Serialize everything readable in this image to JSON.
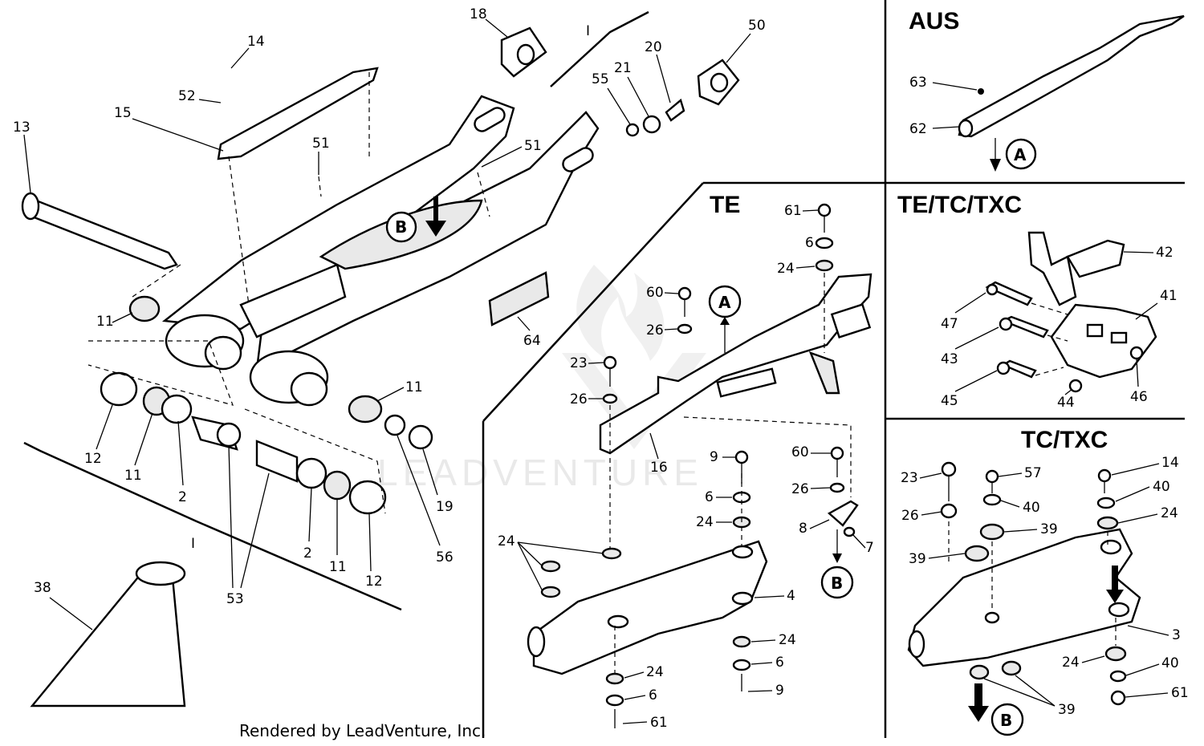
{
  "sections": {
    "aus": "AUS",
    "te": "TE",
    "te_tc_txc": "TE/TC/TXC",
    "tc_txc": "TC/TXC"
  },
  "footer": "Rendered by LeadVenture, Inc.",
  "watermark": "LEADVENTURE",
  "labels": {
    "swingarm": {
      "p18": "18",
      "p50": "50",
      "p14": "14",
      "p52": "52",
      "p15": "15",
      "p13": "13",
      "p51a": "51",
      "p51b": "51",
      "p20": "20",
      "p21": "21",
      "p55": "55",
      "pI_top": "I",
      "pB": "B",
      "p64": "64",
      "p11a": "11",
      "p11b": "11",
      "p11c": "11",
      "p11d": "11",
      "p12a": "12",
      "p12b": "12",
      "p2a": "2",
      "p2b": "2",
      "p19": "19",
      "p56": "56",
      "p53": "53",
      "pI_bot": "I",
      "p38": "38"
    },
    "aus": {
      "p63": "63",
      "p62": "62",
      "pA": "A"
    },
    "te": {
      "p61a": "61",
      "p6a": "6",
      "p24a": "24",
      "pA": "A",
      "p60a": "60",
      "p26a": "26",
      "p23": "23",
      "p26b": "26",
      "p16": "16",
      "p9a": "9",
      "p6b": "6",
      "p24b": "24",
      "p60b": "60",
      "p26c": "26",
      "p8": "8",
      "p7": "7",
      "pB": "B",
      "p24c": "24",
      "p4": "4",
      "p24d": "24",
      "p24e": "24",
      "p6c": "6",
      "p6d": "6",
      "p9b": "9",
      "p61b": "61"
    },
    "tetc": {
      "p42": "42",
      "p41": "41",
      "p47": "47",
      "p43": "43",
      "p45": "45",
      "p44": "44",
      "p46": "46"
    },
    "tctxc": {
      "p23": "23",
      "p57": "57",
      "p14": "14",
      "p40a": "40",
      "p40b": "40",
      "p26": "26",
      "p24a": "24",
      "p39a": "39",
      "p39b": "39",
      "p3": "3",
      "p24b": "24",
      "p40c": "40",
      "p61": "61",
      "pB": "B",
      "p39c": "39"
    }
  }
}
